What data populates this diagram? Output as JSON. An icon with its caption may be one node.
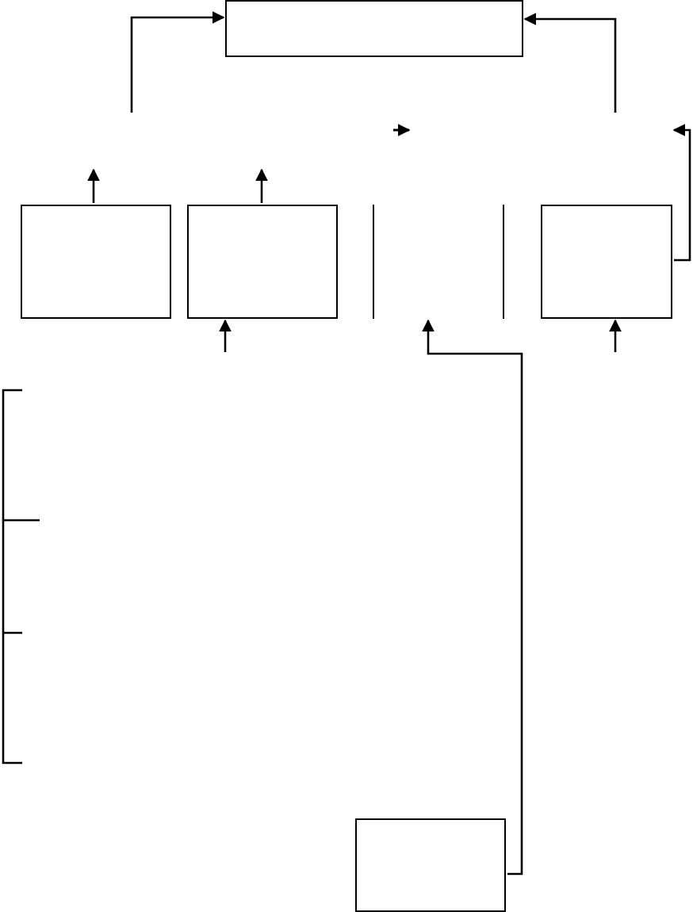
{
  "diagram": {
    "nodes": [
      {
        "text": [],
        "shape": "box"
      },
      {
        "text": [],
        "shape": "box"
      },
      {
        "text": [],
        "shape": "box"
      },
      {
        "text": [],
        "shape": "box"
      },
      {
        "text": [],
        "shape": "box"
      },
      {
        "text": [],
        "shape": "box"
      }
    ],
    "edges": [
      {
        "from": null,
        "to": 0,
        "arrow": "to"
      },
      {
        "from": null,
        "to": 0,
        "arrow": "to"
      },
      {
        "from": 1,
        "to": null,
        "arrow": "to"
      },
      {
        "from": 2,
        "to": null,
        "arrow": "to"
      },
      {
        "from": 4,
        "to": null,
        "arrow": "to"
      },
      {
        "from": null,
        "to": 2,
        "arrow": "to"
      },
      {
        "from": 5,
        "to": 3,
        "arrow": "to"
      },
      {
        "from": null,
        "to": 4,
        "arrow": "to"
      }
    ]
  }
}
